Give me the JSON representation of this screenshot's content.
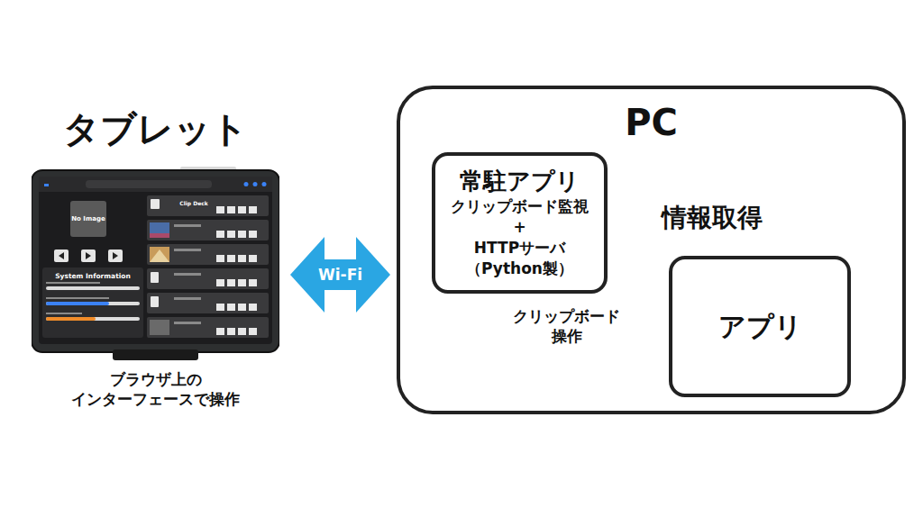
{
  "diagram": {
    "nodes": [
      {
        "text": [
          "タブレット",
          "ブラウザ上の インターフェースで操作"
        ]
      },
      {
        "text": [
          "PC"
        ]
      },
      {
        "text": [
          "常駐アプリ",
          "クリップボード監視 + HTTPサーバ （Python製）"
        ],
        "in": 1
      },
      {
        "text": [
          "アプリ"
        ],
        "in": 1
      }
    ],
    "edges": [
      {
        "from": 0,
        "to": 1,
        "label": "Wi-Fi",
        "arrow": "both"
      },
      {
        "from": 3,
        "to": 2,
        "label": "情報取得",
        "arrow": "to"
      },
      {
        "from": 2,
        "to": 3,
        "label": "クリップボード 操作",
        "arrow": "to"
      }
    ],
    "labels": [
      "No Image",
      "System Information",
      "Clip Deck"
    ]
  }
}
